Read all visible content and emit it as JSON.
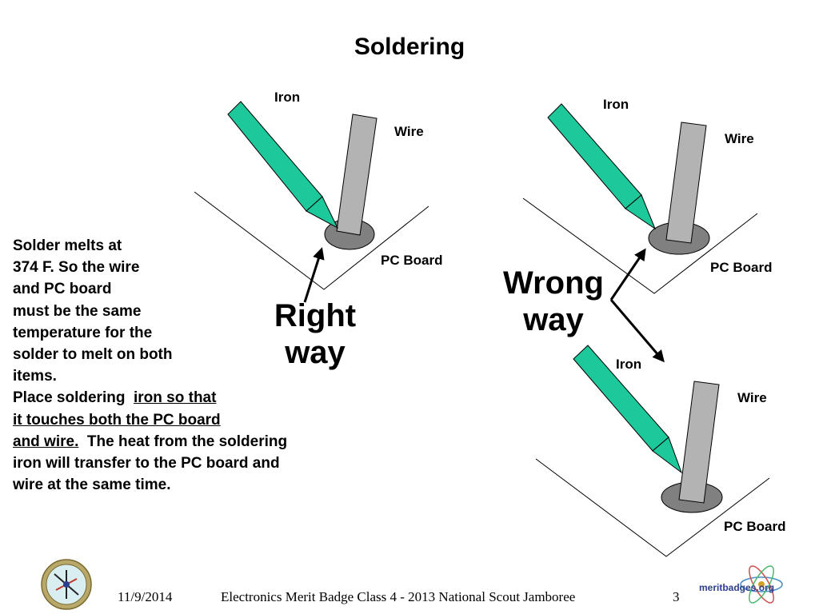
{
  "slide": {
    "title": "Soldering",
    "diagrams": {
      "right": {
        "iron_label": "Iron",
        "wire_label": "Wire",
        "board_label": "PC  Board"
      },
      "wrong_top": {
        "iron_label": "Iron",
        "wire_label": "Wire",
        "board_label": "PC  Board"
      },
      "wrong_bottom": {
        "iron_label": "Iron",
        "wire_label": "Wire",
        "board_label": "PC  Board"
      }
    },
    "right_way": {
      "line1": "Right",
      "line2": "way"
    },
    "wrong_way": {
      "line1": "Wrong",
      "line2": "way"
    },
    "text": {
      "lines": [
        "Solder melts at",
        "374 F.  So the wire",
        "and PC board",
        "must be the same",
        "temperature for the",
        "solder to melt on both",
        "items."
      ],
      "place_prefix": "Place soldering  ",
      "place_underline_1": "iron so that",
      "place_underline_2": "it touches both the PC board",
      "place_underline_3": "and wire.",
      "place_rest": "  The heat from the soldering iron will transfer to the PC board and wire at the same time."
    }
  },
  "footer": {
    "date": "11/9/2014",
    "caption": "Electronics Merit Badge Class 4 - 2013 National Scout Jamboree",
    "page_number": "3",
    "logo_text": "meritbadges.org"
  },
  "colors": {
    "iron": "#1dc99a",
    "wire": "#b3b3b3",
    "solder_pad": "#808080",
    "badge_rim": "#b8a86a"
  }
}
